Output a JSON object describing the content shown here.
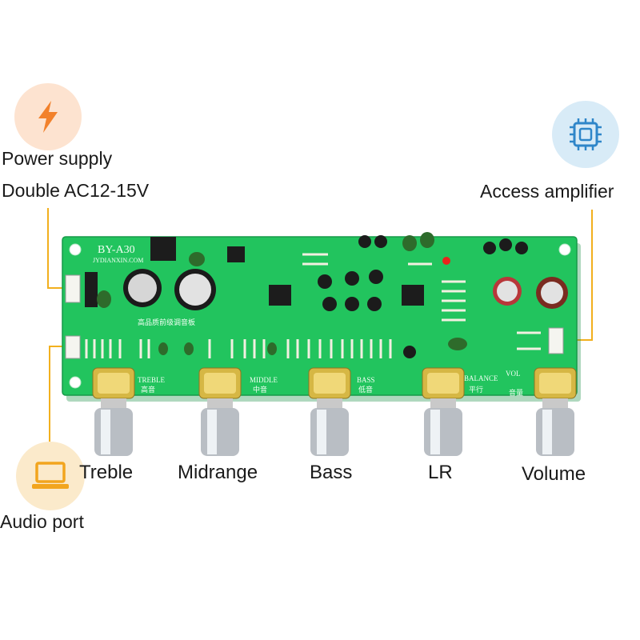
{
  "callouts": {
    "power_title": "Power supply",
    "power_sub": "Double AC12-15V",
    "amplifier": "Access amplifier",
    "audio_port": "Audio port"
  },
  "knobs": {
    "treble": "Treble",
    "midrange": "Midrange",
    "bass": "Bass",
    "lr": "LR",
    "volume": "Volume"
  },
  "board": {
    "model": "BY-A30",
    "website": "JYDIANXIN.COM",
    "subtitle_cn": "高品质前级调音板",
    "silk_treble": "TREBLE",
    "silk_treble_cn": "高音",
    "silk_middle": "MIDDLE",
    "silk_middle_cn": "中音",
    "silk_bass": "BASS",
    "silk_bass_cn": "低音",
    "silk_balance": "BALANCE",
    "silk_balance_cn": "平行",
    "silk_vol": "VOL",
    "silk_vol_cn": "音量"
  },
  "icons": {
    "power": "lightning-bolt-icon",
    "amplifier": "chip-icon",
    "audio": "laptop-icon"
  },
  "colors": {
    "pcb": "#22c45e",
    "callout_line": "#f2b01e",
    "power_badge": "#fde3d0",
    "amp_badge": "#d8ebf7",
    "audio_badge": "#fbeacb",
    "bolt": "#f2812b",
    "chip": "#2f86c9",
    "laptop": "#f2a51e"
  }
}
